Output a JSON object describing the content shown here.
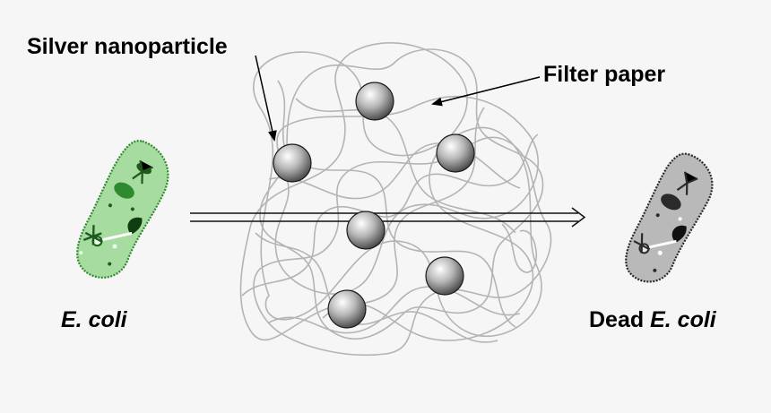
{
  "labels": {
    "silver": "Silver nanoparticle",
    "filter": "Filter paper",
    "ecoli": "E. coli",
    "dead_prefix": "Dead",
    "dead_name": "E. coli"
  },
  "colors": {
    "background": "#f6f6f6",
    "fiber": "#b4b4b4",
    "live_cell_fill": "#a6dca0",
    "live_cell_outline": "#2f8a2f",
    "live_cell_dark": "#1d5a1d",
    "dead_cell_fill": "#b9b9b9",
    "dead_cell_outline": "#2a2a2a"
  },
  "icons": [
    "silver-nanoparticle-icon",
    "live-bacterium-icon",
    "dead-bacterium-icon",
    "flow-arrow-icon"
  ]
}
